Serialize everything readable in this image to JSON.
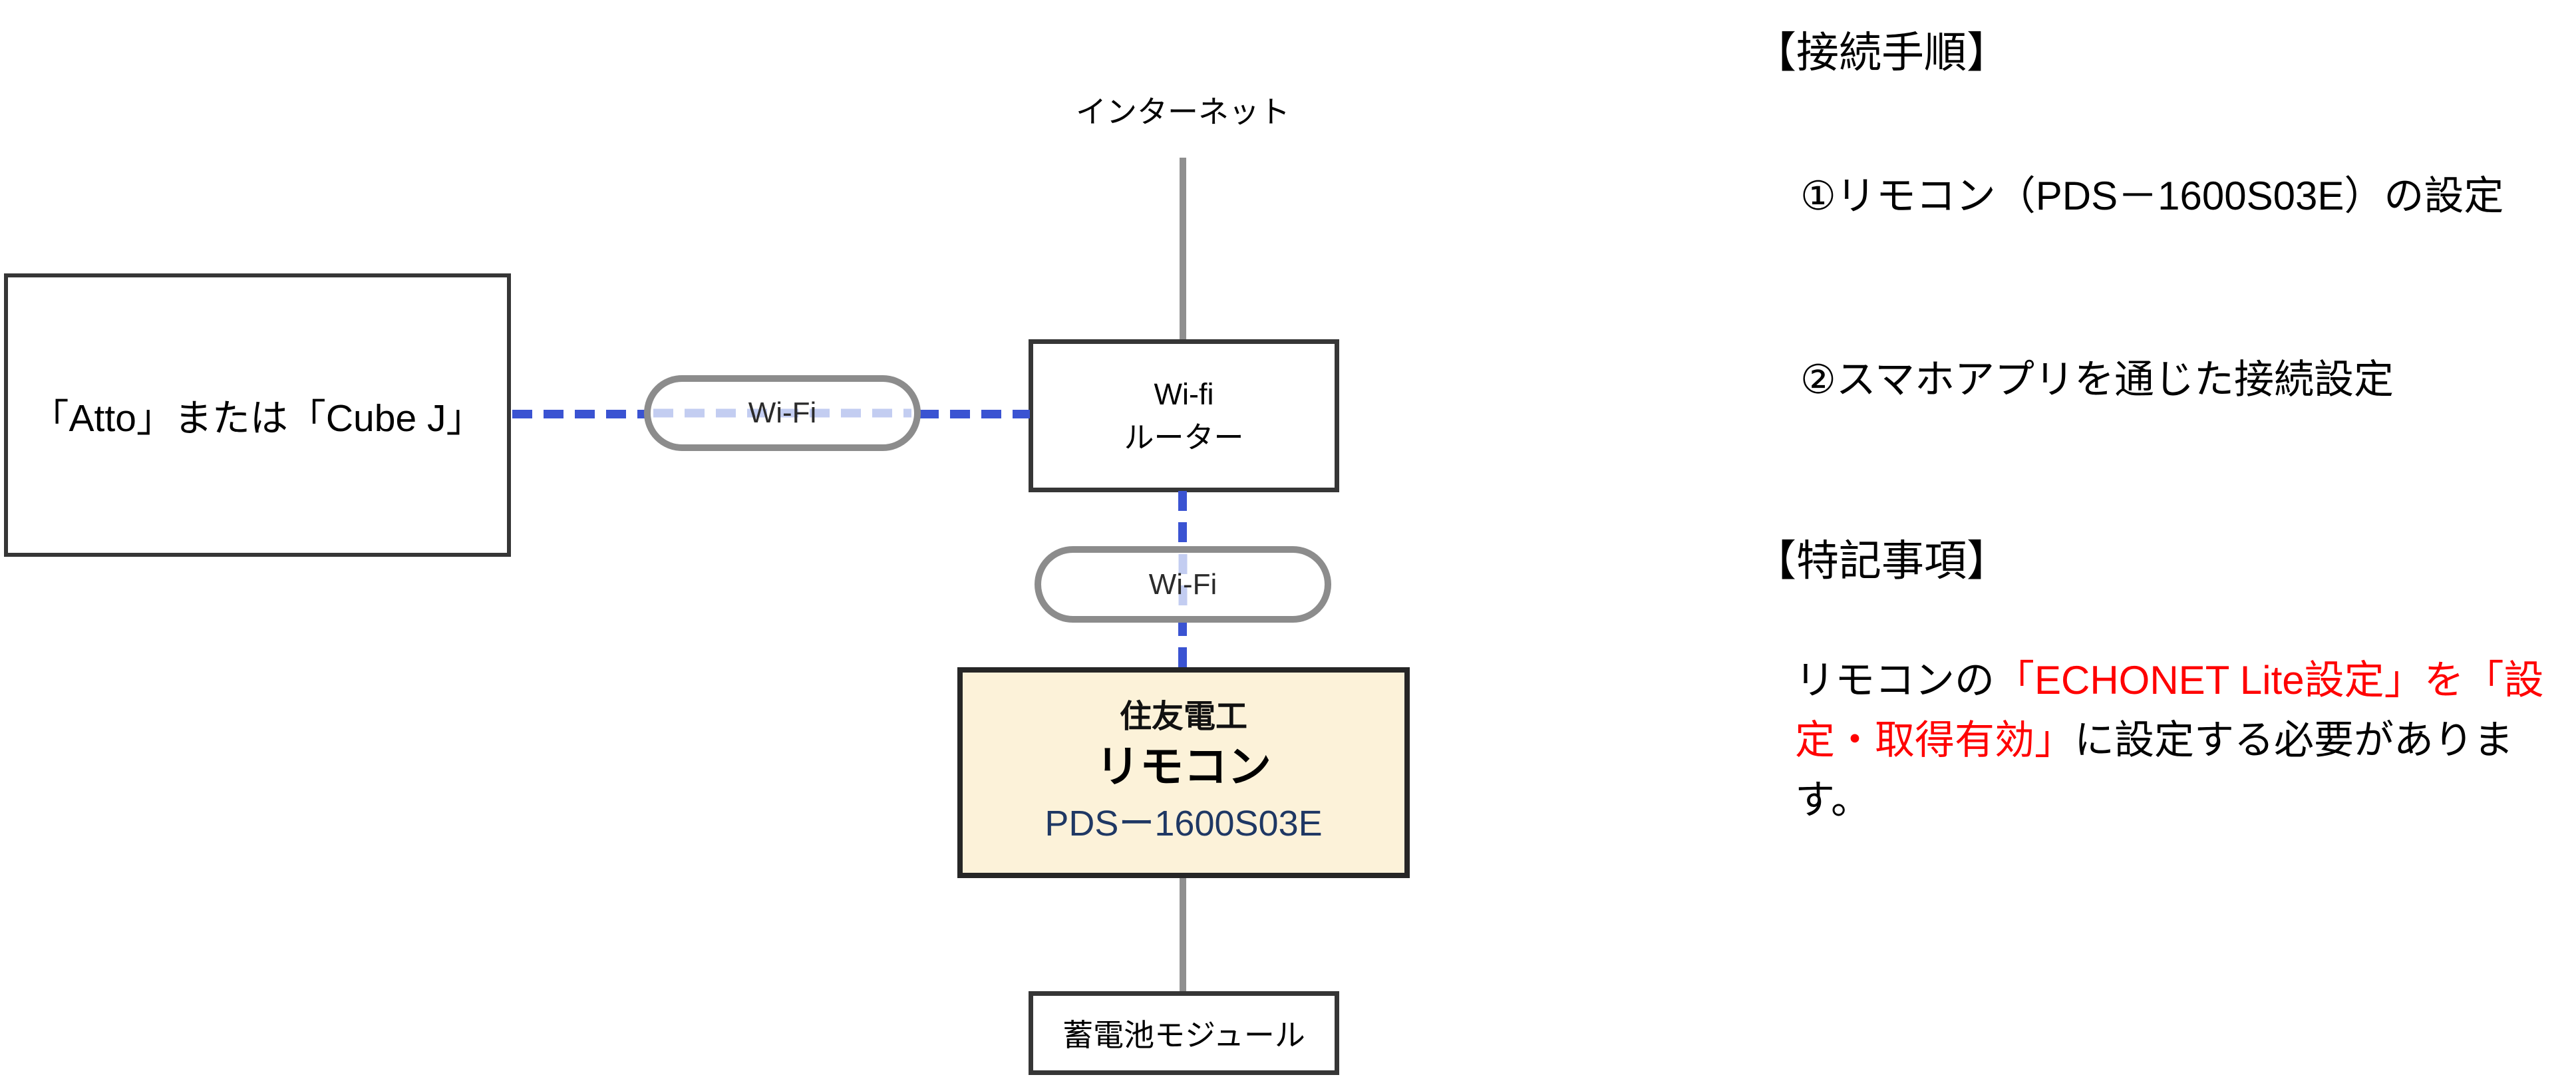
{
  "diagram": {
    "internet_label": "インターネット",
    "left_box_label": "「Atto」または「Cube J」",
    "wifi_pill_1_label": "Wi-Fi",
    "router_line1": "Wi-fi",
    "router_line2": "ルーター",
    "wifi_pill_2_label": "Wi-Fi",
    "remote_maker": "住友電工",
    "remote_name": "リモコン",
    "remote_model": "PDSー1600S03E",
    "battery_label": "蓄電池モジュール"
  },
  "instructions": {
    "heading_procedure": "【接続手順】",
    "step1": "①リモコン（PDS－1600S03E）の設定",
    "step2": "②スマホアプリを通じた接続設定",
    "heading_notes": "【特記事項】",
    "note_line1_black": "リモコンの",
    "note_line1_red": "「ECHONET Lite設定」を「設",
    "note_line2_red": "定・取得有効」",
    "note_line2_black": "に設定する必要がありま",
    "note_line3_black": "す。"
  },
  "colors": {
    "accent_blue_dash": "#3A53D2",
    "light_blue_dash": "#C3CDF1",
    "connector_gray": "#8F8F8F",
    "pill_border_gray": "#8C8C8C",
    "box_border_dark": "#363636",
    "remote_box_fill": "#FCF2D9",
    "remote_model_navy": "#1F3864",
    "note_red": "#FF0000"
  }
}
